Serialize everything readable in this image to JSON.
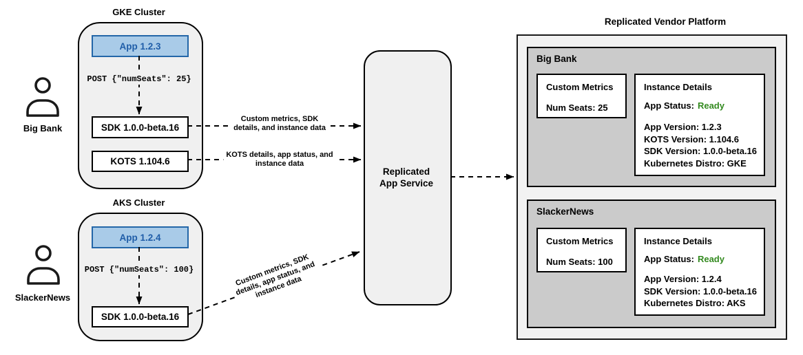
{
  "diagram": {
    "users": [
      {
        "name": "Big Bank"
      },
      {
        "name": "SlackerNews"
      }
    ],
    "clusters": [
      {
        "title": "GKE Cluster",
        "app": "App 1.2.3",
        "post": "POST {\"numSeats\": 25}",
        "sdk": "SDK 1.0.0-beta.16",
        "kots": "KOTS 1.104.6"
      },
      {
        "title": "AKS Cluster",
        "app": "App 1.2.4",
        "post": "POST {\"numSeats\": 100}",
        "sdk": "SDK 1.0.0-beta.16"
      }
    ],
    "service": {
      "line1": "Replicated",
      "line2": "App Service"
    },
    "arrows": {
      "sdk_to_service": {
        "line1": "Custom metrics, SDK",
        "line2": "details, and instance data"
      },
      "kots_to_service": {
        "line1": "KOTS details, app status, and",
        "line2": "instance data"
      },
      "sdk2_to_service": {
        "line1": "Custom metrics, SDK",
        "line2": "details, app status, and",
        "line3": "instance data"
      }
    },
    "platform": {
      "title": "Replicated Vendor Platform",
      "tenants": [
        {
          "name": "Big Bank",
          "metrics_title": "Custom Metrics",
          "metrics_value": "Num Seats: 25",
          "details_title": "Instance Details",
          "status_label": "App Status:",
          "status_value": "Ready",
          "rows": [
            "App Version: 1.2.3",
            "KOTS Version: 1.104.6",
            "SDK Version: 1.0.0-beta.16",
            "Kubernetes Distro: GKE"
          ]
        },
        {
          "name": "SlackerNews",
          "metrics_title": "Custom Metrics",
          "metrics_value": "Num Seats: 100",
          "details_title": "Instance Details",
          "status_label": "App Status:",
          "status_value": "Ready",
          "rows": [
            "App Version: 1.2.4",
            "SDK Version: 1.0.0-beta.16",
            "Kubernetes Distro: AKS"
          ]
        }
      ]
    },
    "colors": {
      "app_fill": "#a9cbe8",
      "app_stroke": "#2366a8",
      "app_text": "#1f5da8",
      "cluster_fill": "#f0f0f0",
      "service_fill": "#f0f0f0",
      "platform_fill": "#f2f2f2",
      "tenant_panel_fill": "#cbcbcb",
      "node_fill": "#ffffff",
      "line_stroke": "#000000",
      "status_ready_green": "#338a1f"
    }
  }
}
